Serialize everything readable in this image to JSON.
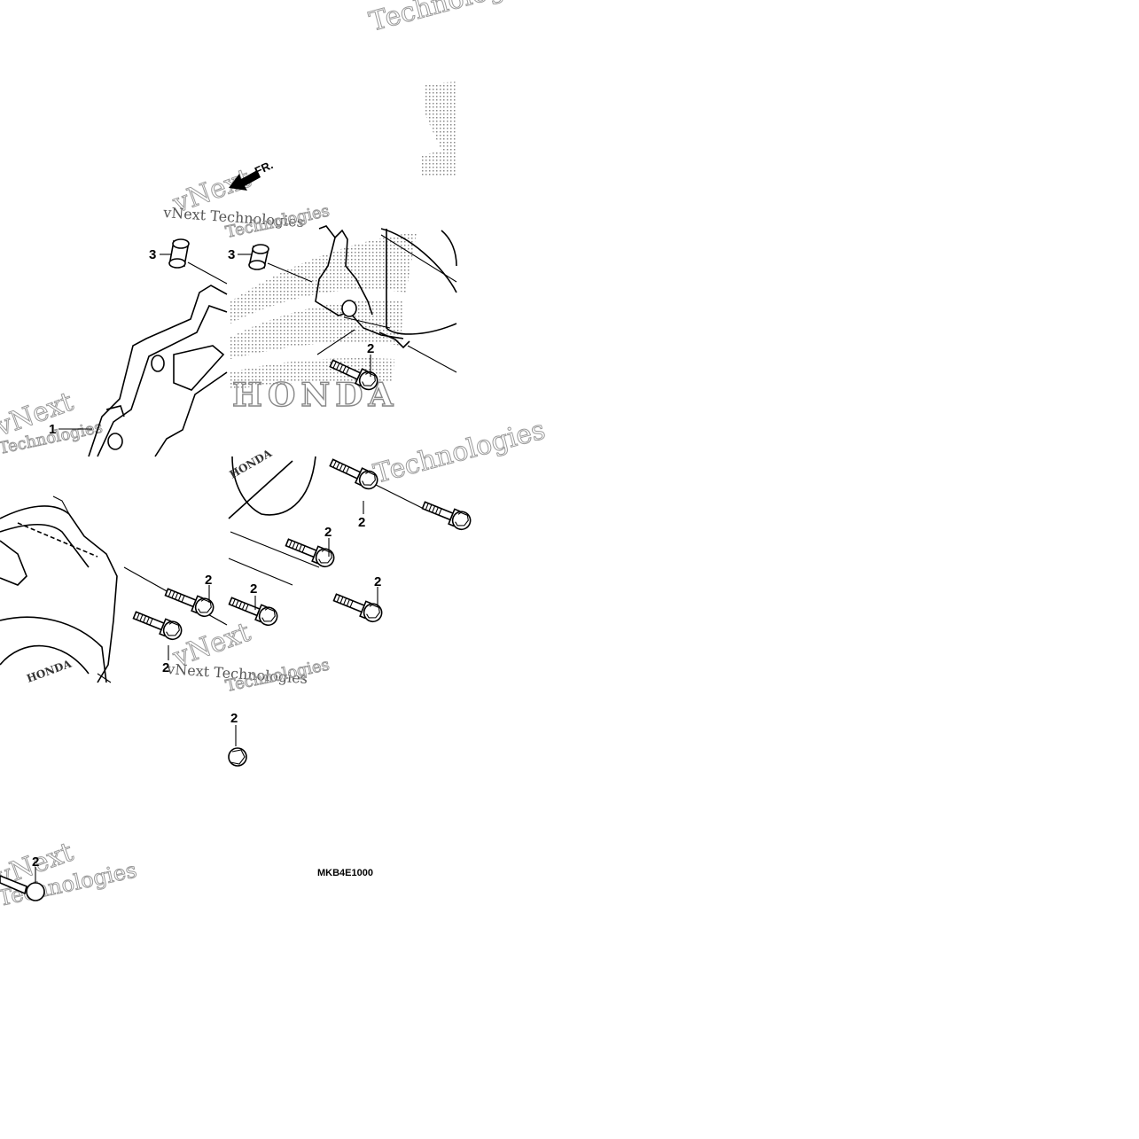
{
  "diagram": {
    "part_code": "MKB4E1000",
    "direction_label": "FR.",
    "callouts": {
      "cover": "1",
      "bolt": "2",
      "dowel": "3"
    },
    "watermarks": {
      "brand_1": "vNext",
      "brand_2": "Technologies",
      "brand_full": "vNext Technologies",
      "logo_text": "HONDA"
    }
  }
}
